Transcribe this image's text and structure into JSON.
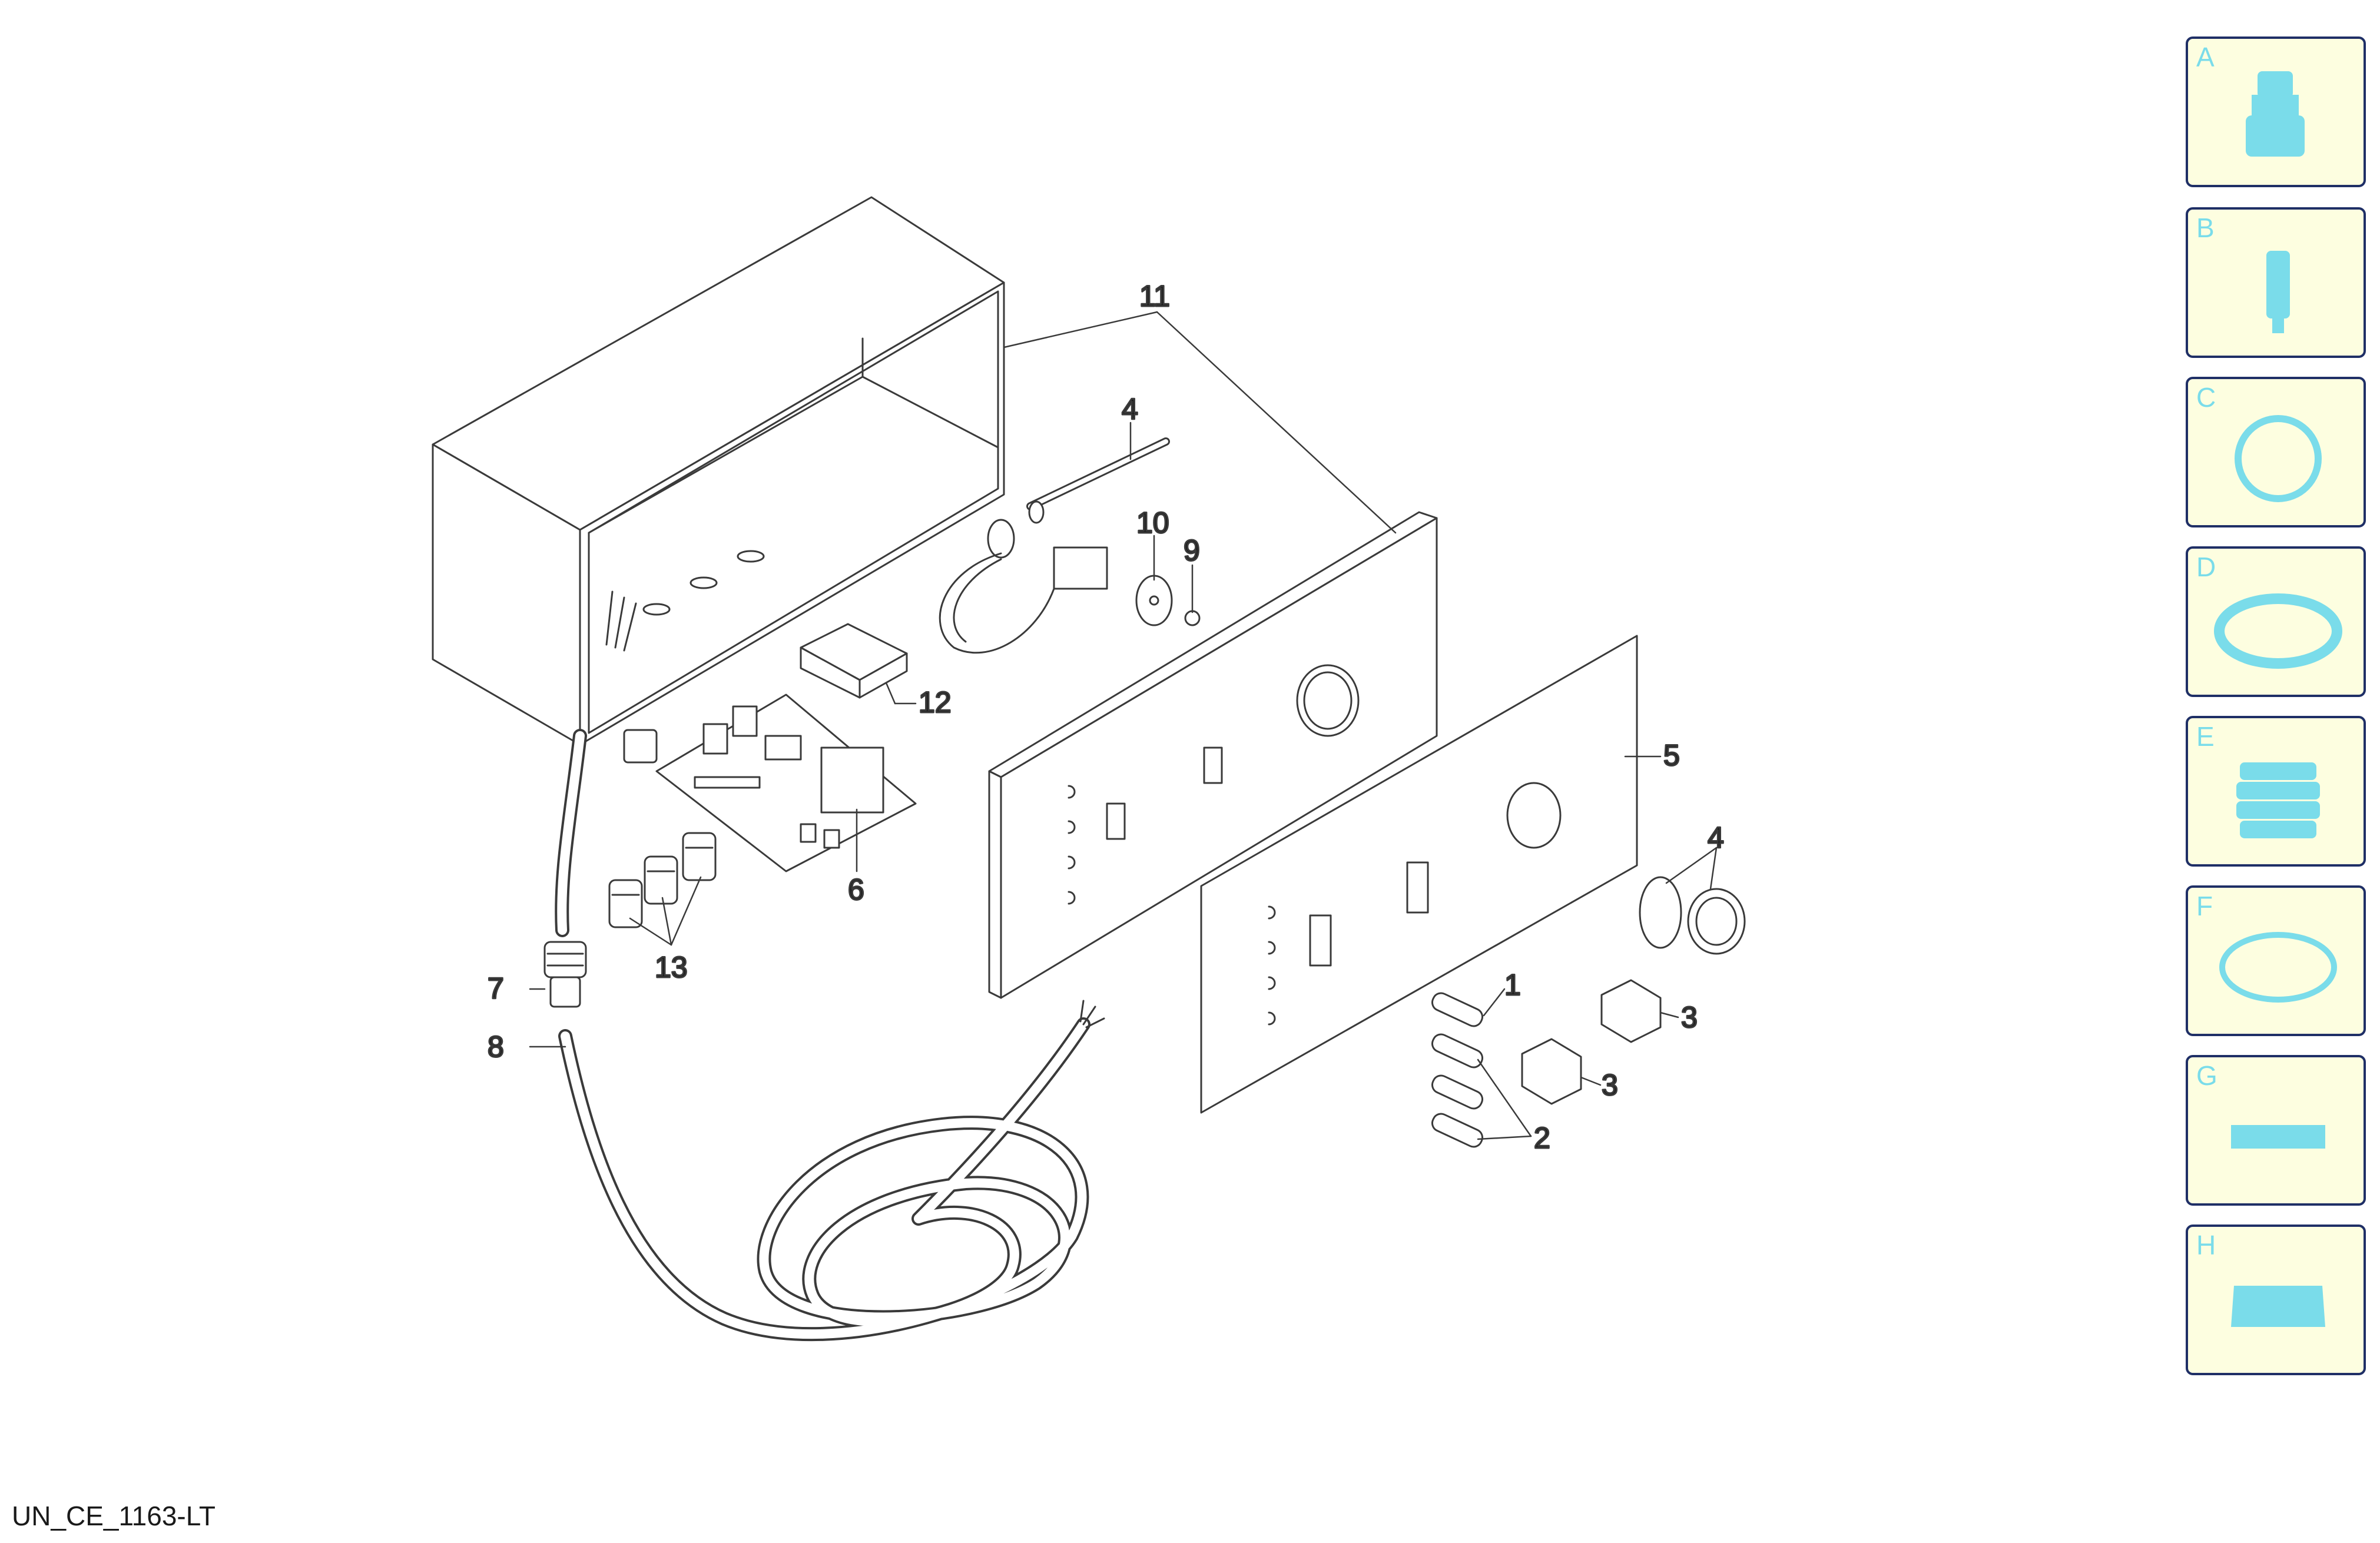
{
  "drawing_code": "UN_CE_1163-LT",
  "accent_color": "#7adcea",
  "thumb_border_color": "#1f2f66",
  "thumb_bg_color": "#fdfee0",
  "callouts": {
    "c1": "1",
    "c2": "2",
    "c3a": "3",
    "c3b": "3",
    "c4a": "4",
    "c4b": "4",
    "c5": "5",
    "c6": "6",
    "c7": "7",
    "c8": "8",
    "c9": "9",
    "c10": "10",
    "c11": "11",
    "c12": "12",
    "c13": "13"
  },
  "thumbnails": [
    {
      "letter": "A",
      "icon": "nozzle-icon"
    },
    {
      "letter": "B",
      "icon": "cylinder-icon"
    },
    {
      "letter": "C",
      "icon": "gasket-ring-icon"
    },
    {
      "letter": "D",
      "icon": "seal-ring-icon"
    },
    {
      "letter": "E",
      "icon": "bellows-icon"
    },
    {
      "letter": "F",
      "icon": "o-ring-icon"
    },
    {
      "letter": "G",
      "icon": "bracket-icon"
    },
    {
      "letter": "H",
      "icon": "tray-icon"
    }
  ]
}
